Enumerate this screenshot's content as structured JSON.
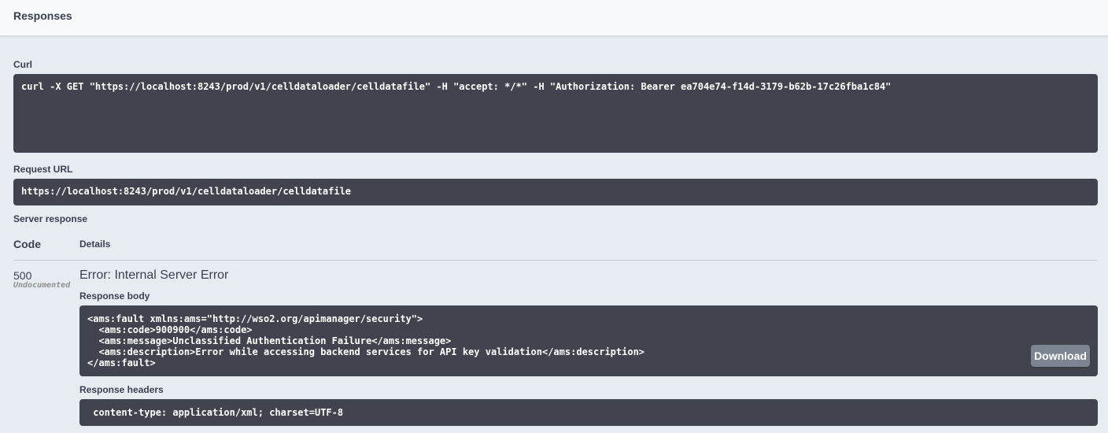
{
  "header": {
    "title": "Responses"
  },
  "curl": {
    "label": "Curl",
    "command": "curl -X GET \"https://localhost:8243/prod/v1/celldataloader/celldatafile\" -H \"accept: */*\" -H \"Authorization: Bearer ea704e74-f14d-3179-b62b-17c26fba1c84\""
  },
  "request_url": {
    "label": "Request URL",
    "value": "https://localhost:8243/prod/v1/celldataloader/celldatafile"
  },
  "server_response": {
    "label": "Server response",
    "columns": {
      "code": "Code",
      "details": "Details"
    },
    "code": "500",
    "code_note": "Undocumented",
    "error": "Error: Internal Server Error",
    "body_label": "Response body",
    "body": "<ams:fault xmlns:ams=\"http://wso2.org/apimanager/security\">\n  <ams:code>900900</ams:code>\n  <ams:message>Unclassified Authentication Failure</ams:message>\n  <ams:description>Error while accessing backend services for API key validation</ams:description>\n</ams:fault>",
    "download_label": "Download",
    "headers_label": "Response headers",
    "headers": " content-type: application/xml; charset=UTF-8 "
  }
}
